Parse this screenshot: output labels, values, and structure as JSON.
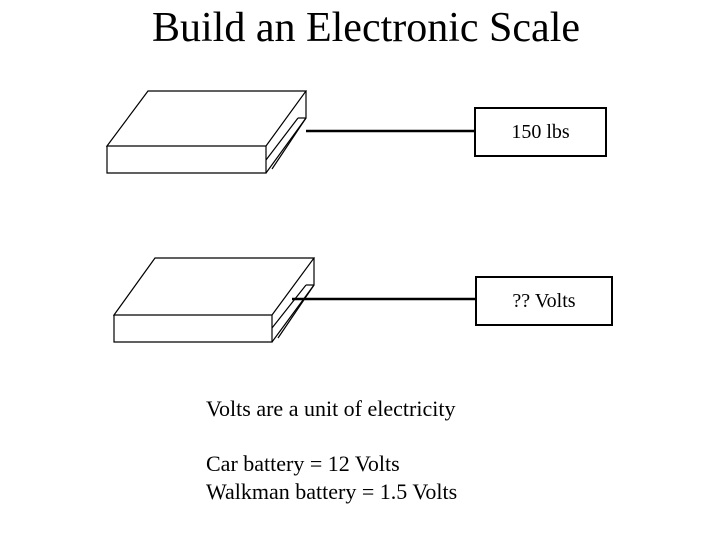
{
  "title": "Build an Electronic Scale",
  "scale_display": "150 lbs",
  "sensor_display": "?? Volts",
  "notes": {
    "line1": "Volts are a unit of electricity",
    "line2": "Car battery = 12 Volts",
    "line3": "Walkman battery = 1.5 Volts"
  }
}
